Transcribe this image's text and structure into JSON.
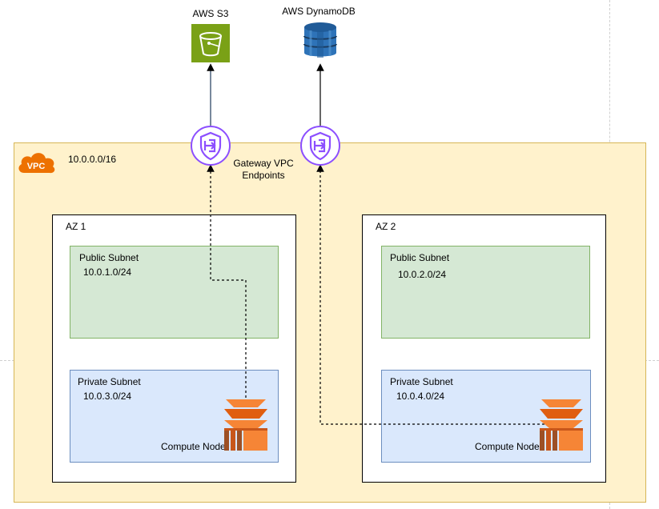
{
  "services": {
    "s3_label": "AWS S3",
    "dynamodb_label": "AWS DynamoDB"
  },
  "vpc": {
    "badge": "VPC",
    "cidr": "10.0.0.0/16",
    "endpoints_label_line1": "Gateway VPC",
    "endpoints_label_line2": "Endpoints"
  },
  "az1": {
    "label": "AZ 1",
    "public_subnet": {
      "label": "Public Subnet",
      "cidr": "10.0.1.0/24"
    },
    "private_subnet": {
      "label": "Private Subnet",
      "cidr": "10.0.3.0/24"
    },
    "compute_label": "Compute Node"
  },
  "az2": {
    "label": "AZ 2",
    "public_subnet": {
      "label": "Public Subnet",
      "cidr": "10.0.2.0/24"
    },
    "private_subnet": {
      "label": "Private Subnet",
      "cidr": "10.0.4.0/24"
    },
    "compute_label": "Compute Node"
  },
  "icons": {
    "s3": "s3-bucket-icon",
    "dynamodb": "dynamodb-icon",
    "endpoint": "gateway-endpoint-icon",
    "vpc": "vpc-cloud-icon",
    "compute": "ec2-compute-icon"
  },
  "colors": {
    "vpc_fill": "#fff2cc",
    "vpc_border": "#d6b656",
    "public_fill": "#d5e8d4",
    "private_fill": "#dae8fc",
    "s3_green": "#7aa116",
    "dynamodb_blue": "#2e73b8",
    "endpoint_purple": "#8c4fff",
    "compute_orange": "#ed7100"
  }
}
